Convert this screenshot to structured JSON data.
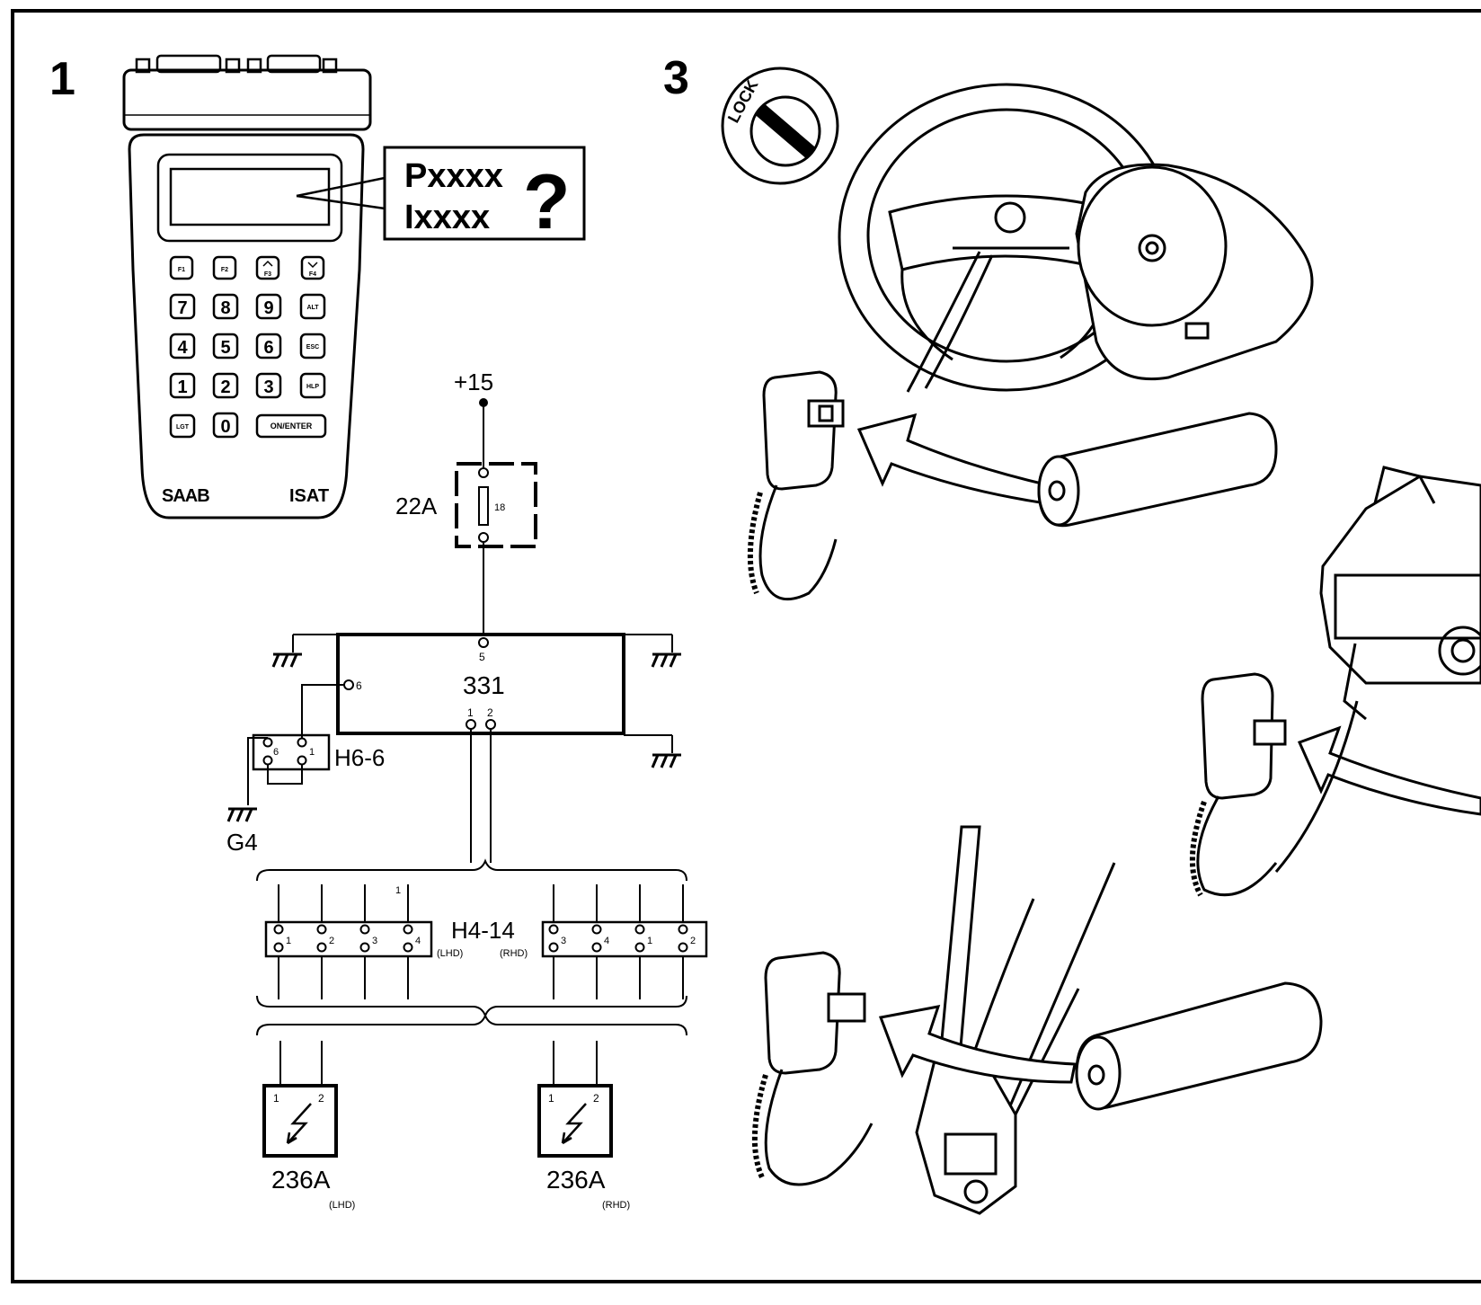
{
  "panel_left": {
    "step_number": "1",
    "tester": {
      "display_line1": "Pxxxx",
      "display_line2": "Ixxxx",
      "question_mark": "?",
      "brand": "SAAB",
      "model": "ISAT",
      "keys": {
        "f1": "F1",
        "f2": "F2",
        "f3": "F3",
        "f4": "F4",
        "k7": "7",
        "k8": "8",
        "k9": "9",
        "alt": "ALT",
        "k4": "4",
        "k5": "5",
        "k6": "6",
        "esc": "ESC",
        "k1": "1",
        "k2": "2",
        "k3": "3",
        "hlp": "HLP",
        "lgt": "LGT",
        "k0": "0",
        "enter": "ON/ENTER"
      }
    },
    "wiring": {
      "supply_label": "+15",
      "fuse_label": "22A",
      "fuse_number": "18",
      "control_unit_label": "331",
      "control_unit_pin_top": "5",
      "control_unit_pin_left": "6",
      "control_unit_pin_1": "1",
      "control_unit_pin_2": "2",
      "connector_h66": {
        "label": "H6-6",
        "pin_a": "6",
        "pin_b": "1"
      },
      "ground_label": "G4",
      "connector_h414": {
        "label": "H4-14",
        "lhd_tag": "(LHD)",
        "rhd_tag": "(RHD)",
        "lhd_pins": [
          "1",
          "2",
          "3",
          "4"
        ],
        "rhd_pins": [
          "3",
          "4",
          "1",
          "2"
        ]
      },
      "tick_mark": "1",
      "airbag_lhd": {
        "label": "236A",
        "tag": "(LHD)",
        "pin1": "1",
        "pin2": "2"
      },
      "airbag_rhd": {
        "label": "236A",
        "tag": "(RHD)",
        "pin1": "1",
        "pin2": "2"
      }
    }
  },
  "panel_right": {
    "step_number": "3",
    "ignition_lock_label": "LOCK"
  }
}
